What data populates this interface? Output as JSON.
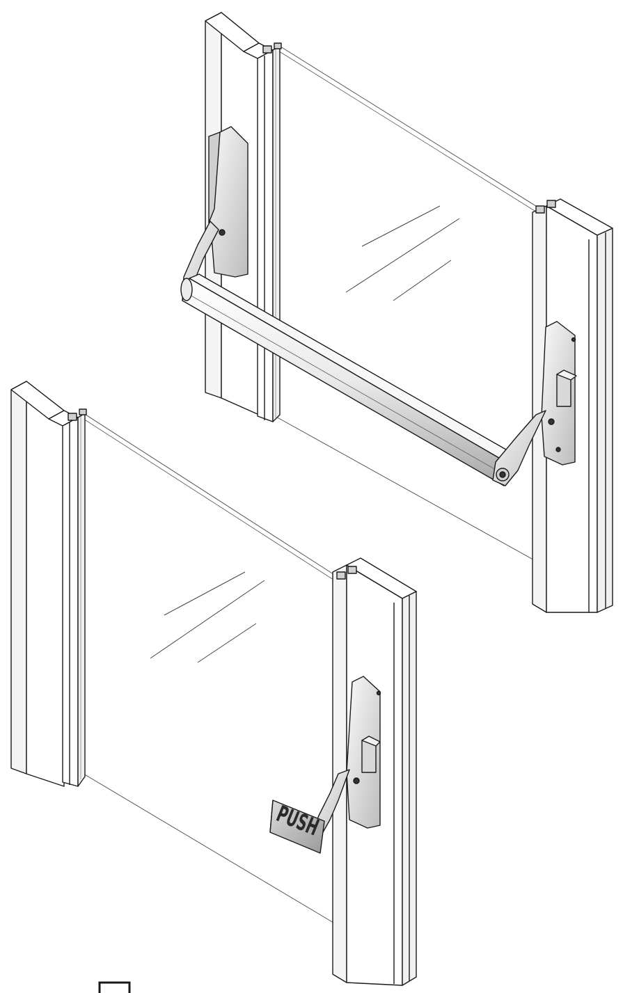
{
  "illustration": {
    "push_pad_label": "PUSH"
  },
  "colors": {
    "outline": "#1a1a1a",
    "frame_fill": "#ffffff",
    "hardware_fill": "#e6e6e6",
    "hardware_shade": "#b9b9b9",
    "push_pad_fill": "#bdbdbd"
  },
  "icons": [
    "panic-bar-device",
    "push-pad-device"
  ]
}
